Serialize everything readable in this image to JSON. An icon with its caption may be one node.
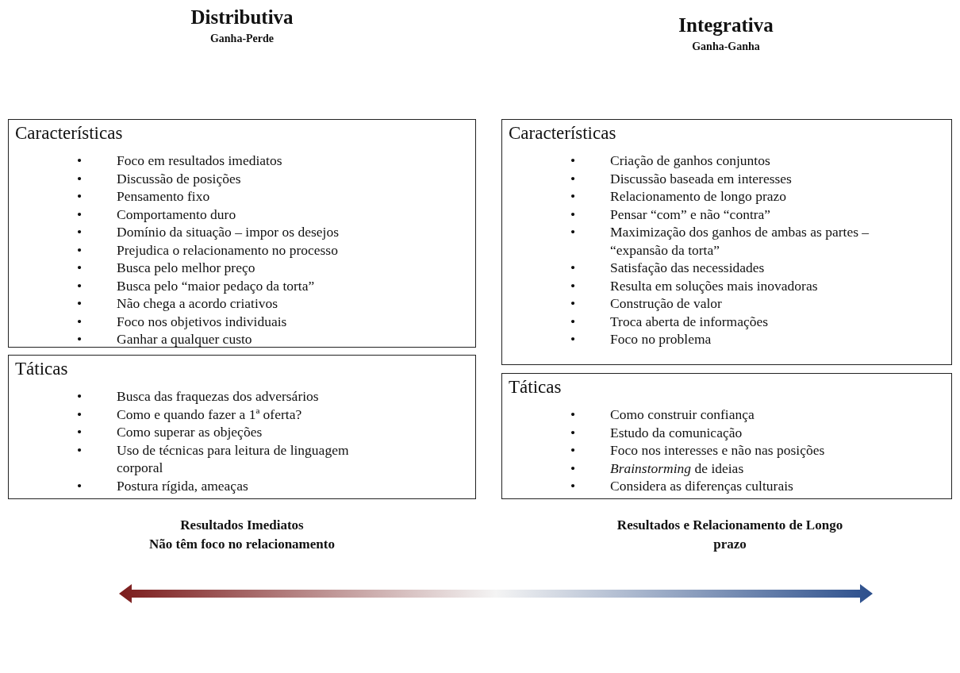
{
  "diagram": {
    "nodes": [
      {
        "text": [
          "Características",
          "• Foco em resultados imediatos",
          "• Discussão de posições",
          "• Pensamento fixo",
          "• Comportamento duro",
          "• Domínio da situação – impor os desejos",
          "• Prejudica o relacionamento no processo",
          "• Busca pelo melhor preço",
          "• Busca pelo “maior pedaço da torta”",
          "• Não chega a acordo criativos",
          "• Foco nos objetivos individuais",
          "• Ganhar a qualquer custo"
        ]
      },
      {
        "text": [
          "Táticas",
          "• Busca das fraquezas dos adversários",
          "• Como e quando fazer a 1ª oferta?",
          "• Como superar as objeções",
          "• Uso de técnicas para leitura de linguagem corporal",
          "• Postura rígida, ameaças"
        ]
      },
      {
        "text": [
          "Características",
          "• Criação de ganhos conjuntos",
          "• Discussão baseada em interesses",
          "• Relacionamento de longo prazo",
          "• Pensar “com” e não “contra”",
          "• Maximização dos ganhos de ambas as partes – “expansão da torta”",
          "• Satisfação das necessidades",
          "• Resulta em soluções mais inovadoras",
          "• Construção de valor",
          "• Troca aberta de informações",
          "• Foco no problema"
        ]
      },
      {
        "text": [
          "Táticas",
          "• Como construir confiança",
          "• Estudo da comunicação",
          "• Foco nos interesses e não nas posições",
          "• *Brainstorming* de ideias",
          "• Considera as diferenças culturais"
        ]
      }
    ],
    "labels": [
      "Distributiva",
      "Ganha-Perde",
      "Integrativa",
      "Ganha-Ganha",
      "Resultados Imediatos",
      "Não têm foco no relacionamento",
      "Resultados e Relacionamento de Longo prazo"
    ]
  }
}
